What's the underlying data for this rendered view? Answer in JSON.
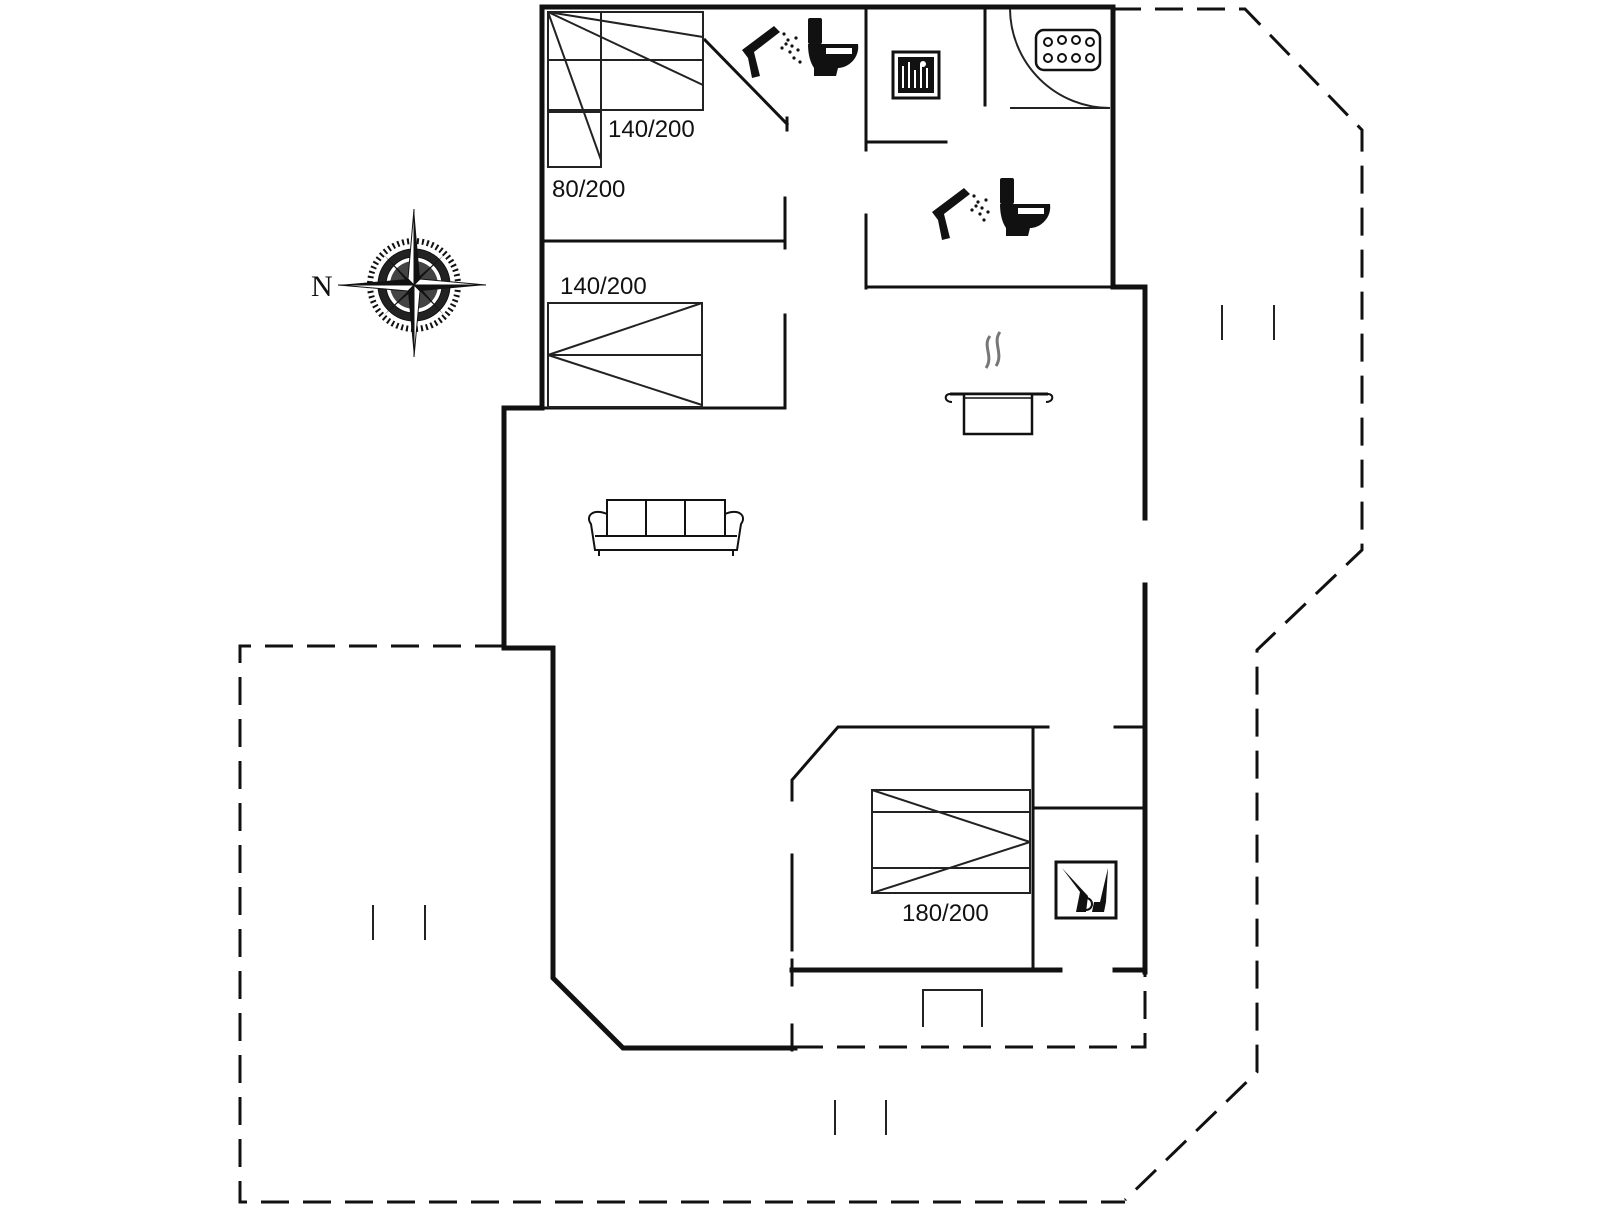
{
  "compass": {
    "north_label": "N",
    "icon": "compass-rose-icon"
  },
  "beds": [
    {
      "id": "bed-1",
      "label": "140/200"
    },
    {
      "id": "bed-2",
      "label": "80/200"
    },
    {
      "id": "bed-3",
      "label": "140/200"
    },
    {
      "id": "bed-4",
      "label": "180/200"
    }
  ],
  "icons": {
    "shower": "shower-icon",
    "toilet": "toilet-icon",
    "sauna": "sauna-icon",
    "spa": "spa-bath-icon",
    "kitchen": "cooking-pot-icon",
    "sofa": "sofa-icon",
    "washer": "washing-machine-icon"
  },
  "colors": {
    "ink": "#111111",
    "background": "#ffffff"
  }
}
